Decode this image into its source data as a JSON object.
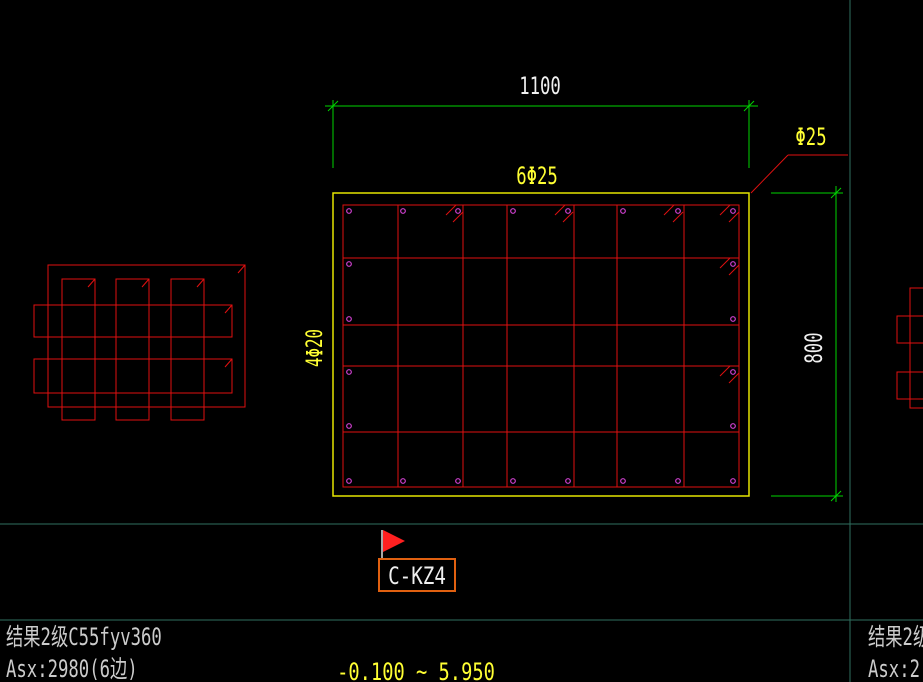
{
  "drawing": {
    "width_dimension": "1100",
    "height_dimension": "800",
    "top_bars_label": "6Φ25",
    "side_bars_label": "4Φ20",
    "corner_bar_label": "Φ25",
    "column_tag": "C-KZ4",
    "info_line_1": "结果2级C55fyv360",
    "info_line_2": "Asx:2980(6边)",
    "elevation_range": "-0.100 ~ 5.950",
    "right_info_line_1": "结果2级",
    "right_info_line_2": "Asx:2"
  },
  "colors": {
    "background": "#000000",
    "grid_line": "#2f6f5f",
    "rebar": "#e01010",
    "section_outline": "#e6e600",
    "dimension": "#00d400",
    "bar_dot": "#d040d0",
    "text_white": "#f0f0f0",
    "text_yellow": "#ffff33",
    "tag_box": "#e06010",
    "flag": "#ff2020"
  },
  "icons": {
    "flag": "flag-marker-icon"
  }
}
